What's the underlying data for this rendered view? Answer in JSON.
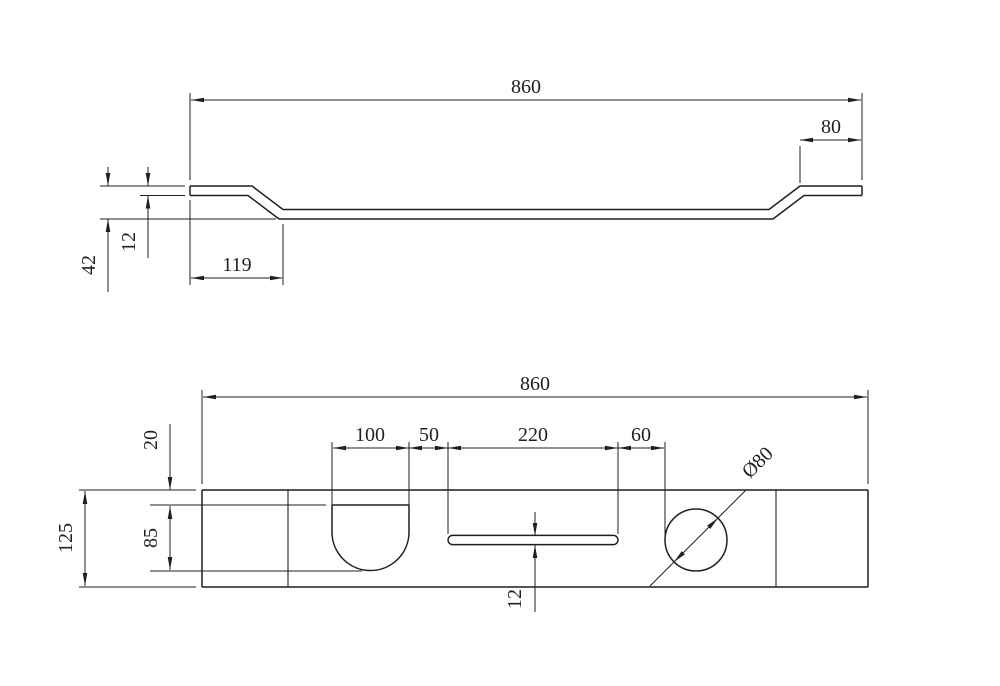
{
  "drawing": {
    "colors": {
      "line": "#1f1f1f",
      "background": "#ffffff"
    },
    "side_view": {
      "dim_overall_length": "860",
      "dim_right_flat": "80",
      "dim_total_height": "42",
      "dim_thickness": "12",
      "dim_left_bend": "119"
    },
    "plan_view": {
      "dim_overall_length": "860",
      "dim_cutout_width": "100",
      "dim_gap_cutout_slot": "50",
      "dim_slot_length": "220",
      "dim_gap_slot_hole": "60",
      "dim_plate_width": "125",
      "dim_cutout_height": "85",
      "dim_top_offset": "20",
      "dim_slot_width": "12",
      "dim_hole_diameter": "Ø80"
    }
  }
}
